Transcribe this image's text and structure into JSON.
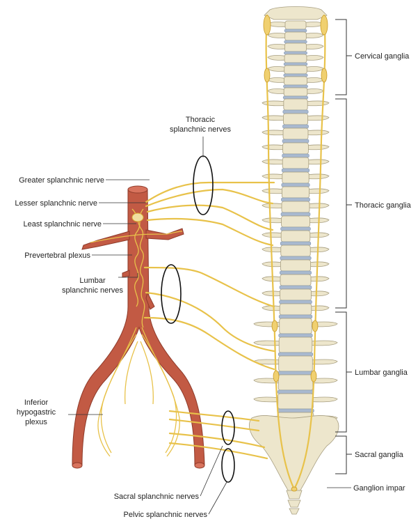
{
  "labels": {
    "thoracic_splanchnic_line1": "Thoracic",
    "thoracic_splanchnic_line2": "splanchnic nerves",
    "greater_splanchnic": "Greater splanchnic nerve",
    "lesser_splanchnic": "Lesser splanchnic nerve",
    "least_splanchnic": "Least splanchnic nerve",
    "prevertebral_plexus": "Prevertebral plexus",
    "lumbar_splanchnic_line1": "Lumbar",
    "lumbar_splanchnic_line2": "splanchnic nerves",
    "inferior_hypogastric_line1": "Inferior",
    "inferior_hypogastric_line2": "hypogastric",
    "inferior_hypogastric_line3": "plexus",
    "sacral_splanchnic": "Sacral splanchnic nerves",
    "pelvic_splanchnic": "Pelvic splanchnic nerves",
    "cervical_ganglia": "Cervical ganglia",
    "thoracic_ganglia": "Thoracic ganglia",
    "lumbar_ganglia": "Lumbar ganglia",
    "sacral_ganglia": "Sacral ganglia",
    "ganglion_impar": "Ganglion impar"
  },
  "colors": {
    "nerve": "#e8c24a",
    "artery": "#c25a44",
    "bone": "#ede6cc",
    "disc": "#a9b9cf",
    "text": "#222222"
  }
}
